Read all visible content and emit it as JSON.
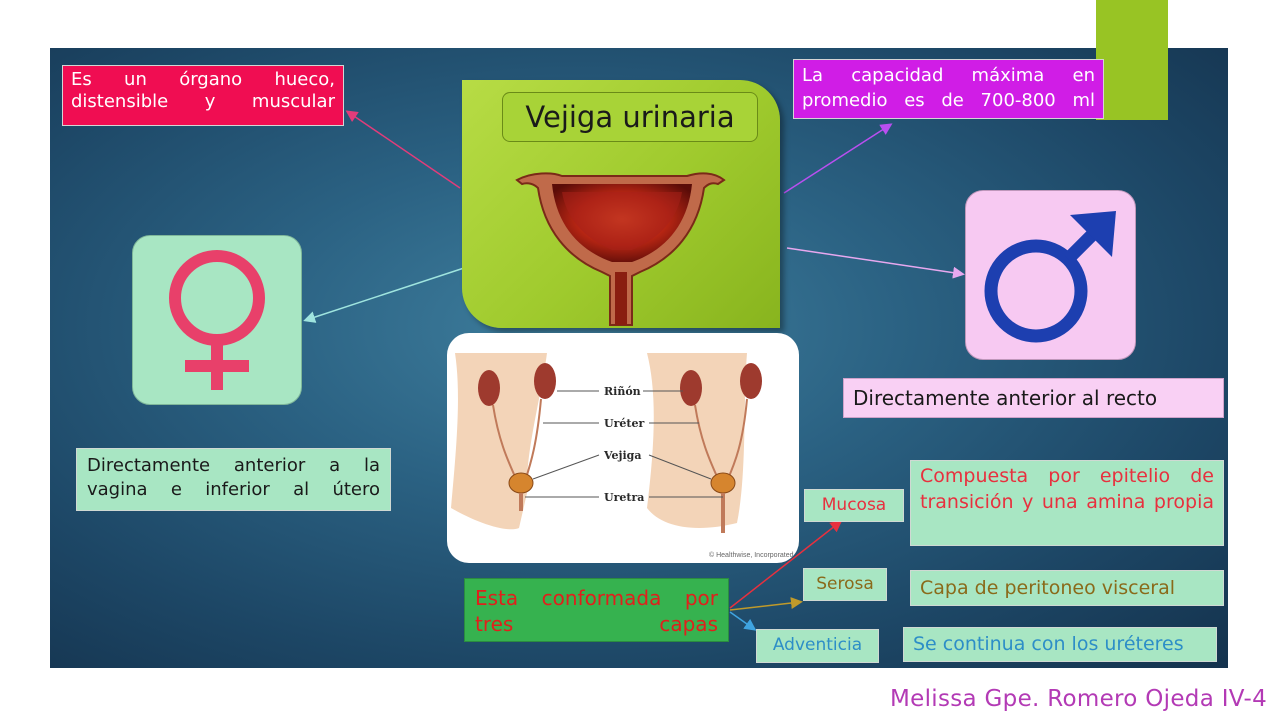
{
  "title": "Vejiga urinaria",
  "boxes": {
    "organ": "Es un órgano hueco, distensible y muscular",
    "capacity": "La capacidad máxima en promedio es de 700-800 ml",
    "male_position": "Directamente anterior al recto",
    "female_position": "Directamente anterior a la vagina e inferior al útero",
    "layers": "Esta conformada por tres capas"
  },
  "layers": [
    {
      "name": "Mucosa",
      "description": "Compuesta por epitelio de transición y una amina propia"
    },
    {
      "name": "Serosa",
      "description": "Capa de peritoneo visceral"
    },
    {
      "name": "Adventicia",
      "description": "Se continua con los uréteres"
    }
  ],
  "figure_labels": {
    "kidney": "Riñón",
    "ureter": "Uréter",
    "bladder": "Vejiga",
    "urethra": "Uretra",
    "credit": "© Healthwise, Incorporated"
  },
  "author": "Melissa Gpe. Romero Ojeda IV-4",
  "colors": {
    "female_symbol": "#e8406a",
    "male_symbol": "#1d3fb0",
    "accent_green": "#98c424"
  },
  "icons": [
    "female-symbol-icon",
    "male-symbol-icon"
  ]
}
